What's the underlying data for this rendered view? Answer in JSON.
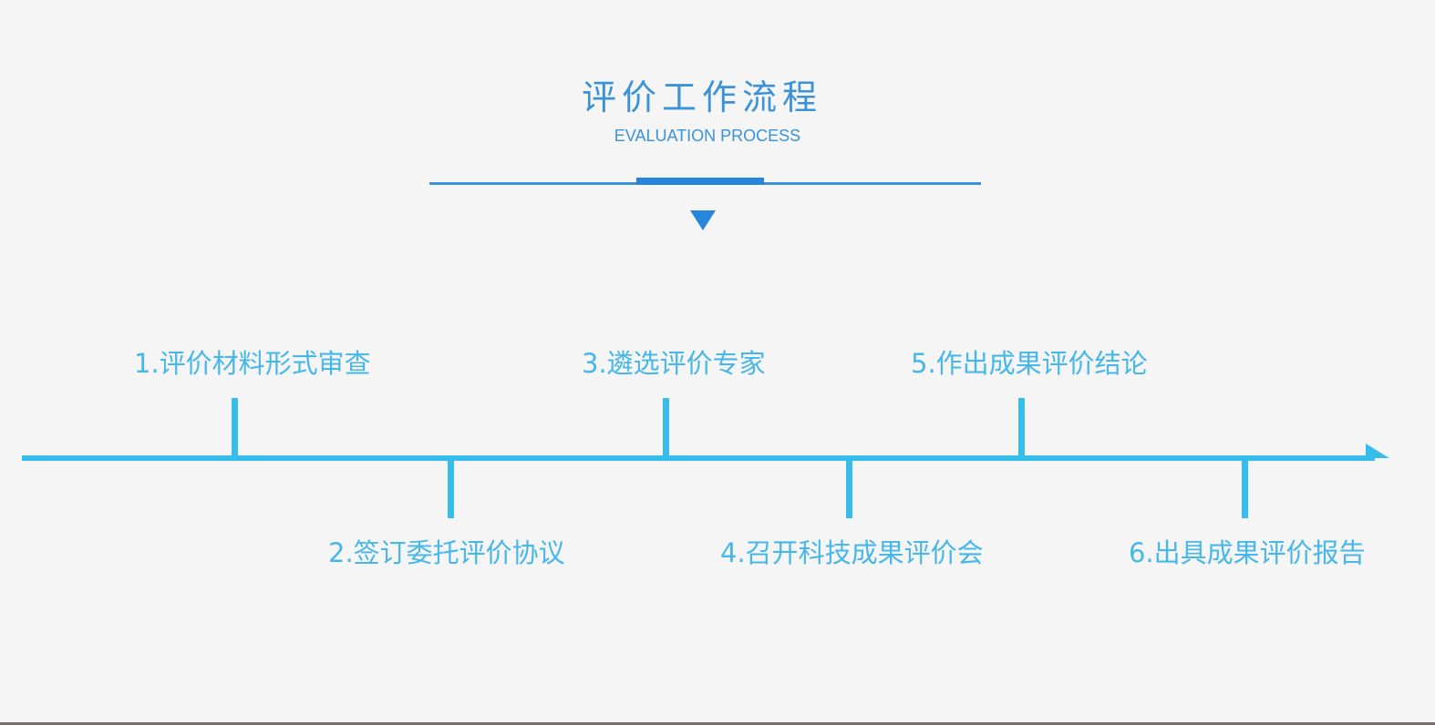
{
  "header": {
    "title": "评价工作流程",
    "subtitle": "EVALUATION PROCESS"
  },
  "steps": [
    {
      "label": "1.评价材料形式审查"
    },
    {
      "label": "2.签订委托评价协议"
    },
    {
      "label": "3.遴选评价专家"
    },
    {
      "label": "4.召开科技成果评价会"
    },
    {
      "label": "5.作出成果评价结论"
    },
    {
      "label": "6.出具成果评价报告"
    }
  ],
  "colors": {
    "title": "#3a92d8",
    "accent": "#2786db",
    "timeline": "#37bdec",
    "step_text": "#47b7e9",
    "background": "#f5f5f5"
  }
}
